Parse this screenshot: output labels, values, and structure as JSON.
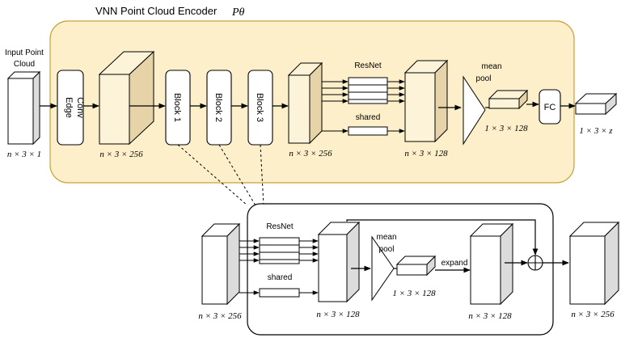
{
  "title": "VNN Point Cloud  Encoder",
  "title_symbol": "Pθ",
  "input_label_line1": "Input Point",
  "input_label_line2": "Cloud",
  "blocks": {
    "edge_conv_line1": "Edge",
    "edge_conv_line2": "Conv",
    "block1": "Block 1",
    "block2": "Block 2",
    "block3": "Block 3",
    "fc": "FC"
  },
  "labels": {
    "resnet": "ResNet",
    "shared": "shared",
    "mean": "mean",
    "pool": "pool",
    "expand": "expand"
  },
  "dims": {
    "n31": "n × 3 × 1",
    "n3_256": "n × 3 × 256",
    "n3_128": "n × 3 × 128",
    "d1_3_128": "1 × 3 × 128",
    "d1_3_z": "1 × 3 × z"
  },
  "colors": {
    "encoder_bg": "#fcefc9",
    "encoder_border": "#c8a23a",
    "cuboid_tan_front": "#fdf3d8",
    "cuboid_tan_side": "#e6d3a8",
    "cuboid_gray_side": "#dcdcdc",
    "white": "#ffffff"
  }
}
